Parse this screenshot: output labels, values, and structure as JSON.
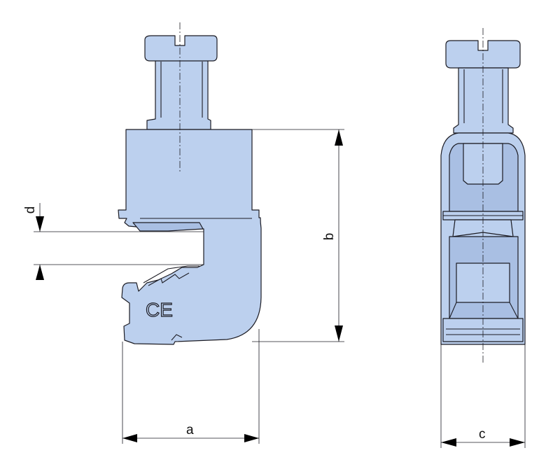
{
  "diagram": {
    "dimensions": {
      "a": "a",
      "b": "b",
      "c": "c",
      "d": "d"
    },
    "markings": {
      "ce": "CE"
    },
    "colors": {
      "part_fill": "#bcd0ee",
      "part_shade": "#a9bfe3",
      "outline": "#1c1c24",
      "background": "#ffffff"
    }
  }
}
